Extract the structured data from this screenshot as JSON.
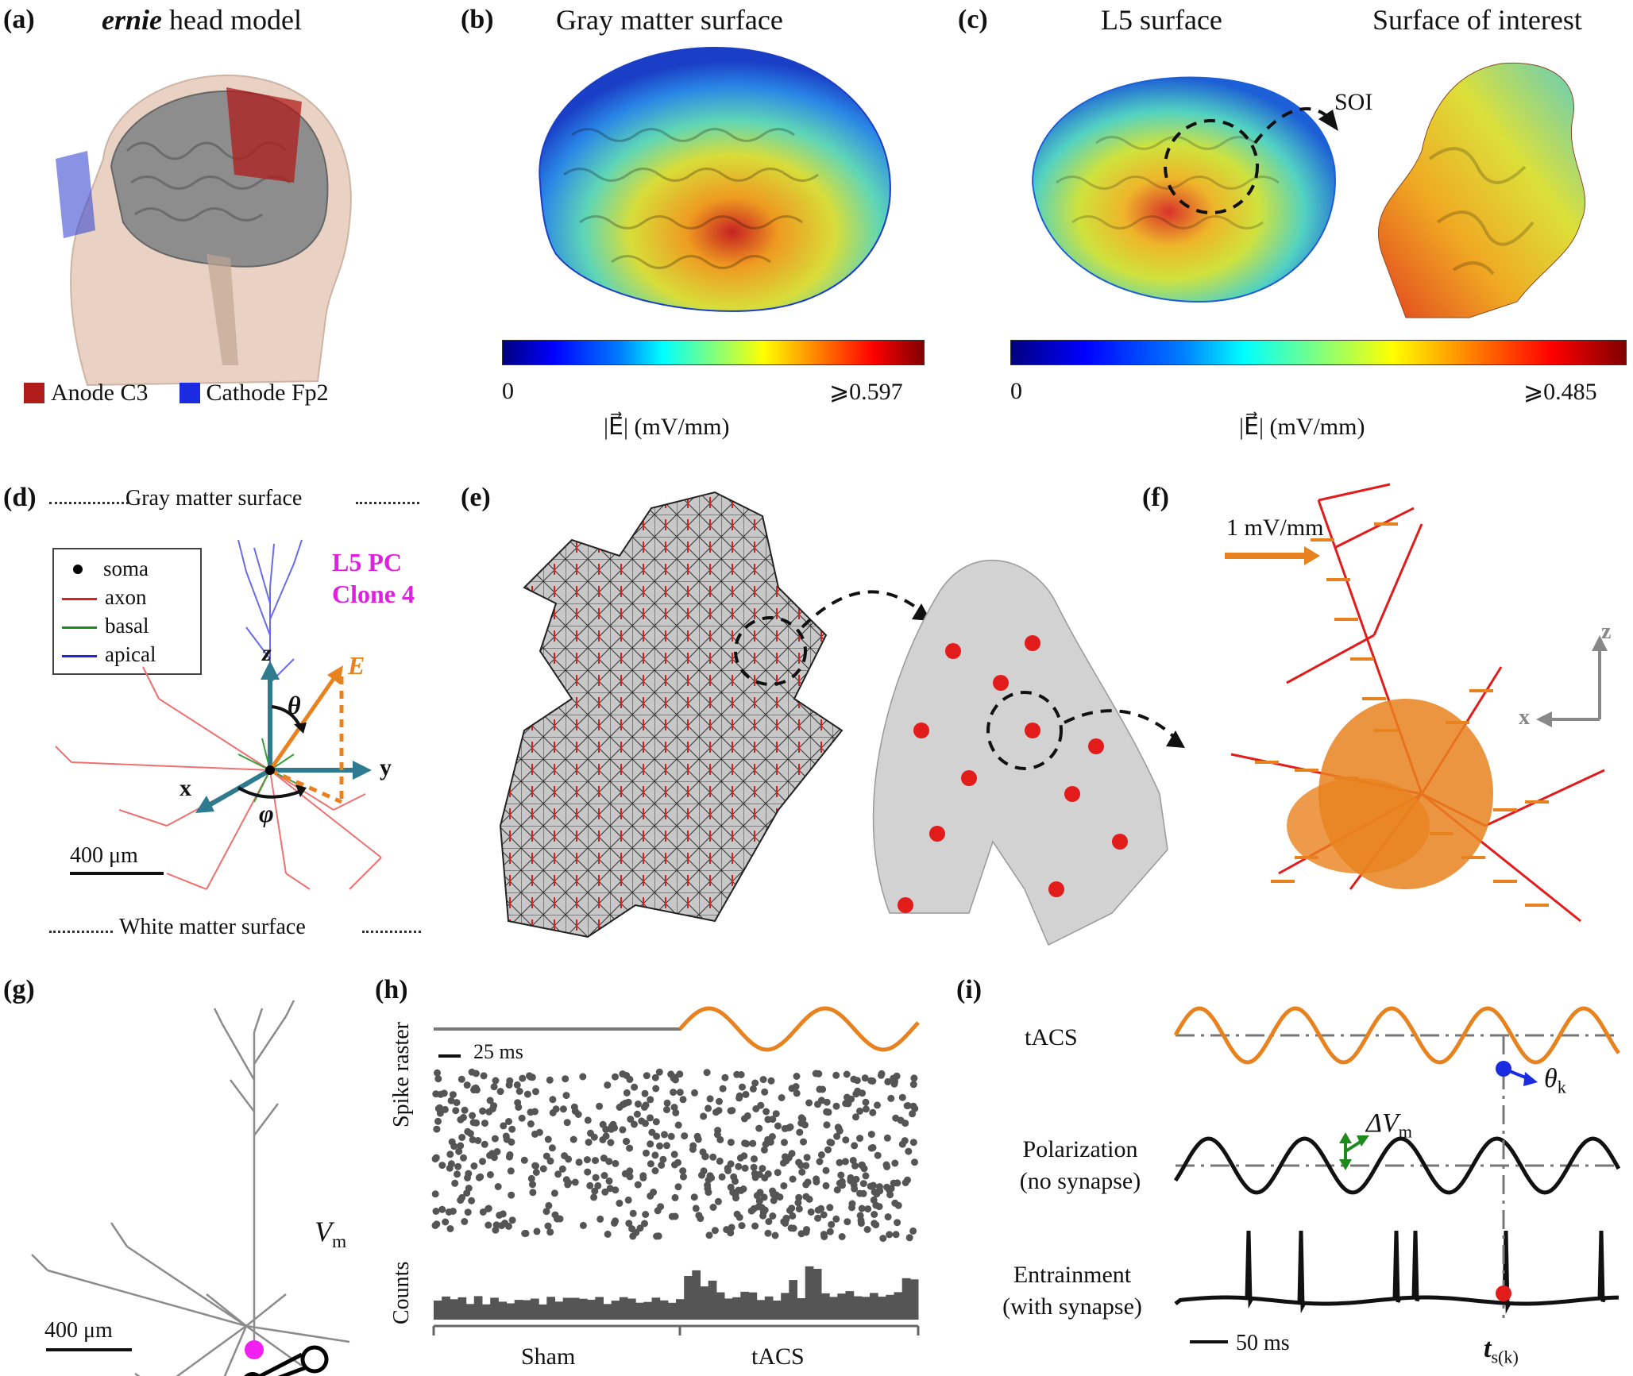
{
  "panel_a": {
    "label": "(a)",
    "title_italic": "ernie",
    "title_rest": " head model",
    "legend": [
      {
        "label": "Anode C3",
        "color": "#b01c1c"
      },
      {
        "label": "Cathode Fp2",
        "color": "#1a2be0"
      }
    ]
  },
  "panel_b": {
    "label": "(b)",
    "title": "Gray matter surface",
    "cbar_min": "0",
    "cbar_max": "⩾0.597",
    "cbar_unit": "|E⃗| (mV/mm)"
  },
  "panel_c": {
    "label": "(c)",
    "title_left": "L5 surface",
    "title_right": "Surface of interest",
    "soi": "SOI",
    "cbar_min": "0",
    "cbar_max": "⩾0.485",
    "cbar_unit": "|E⃗| (mV/mm)"
  },
  "panel_d": {
    "label": "(d)",
    "top_text": "Gray matter surface",
    "bottom_text": "White matter surface",
    "legend": [
      {
        "label": "soma",
        "color": "#000000",
        "kind": "dot"
      },
      {
        "label": "axon",
        "color": "#e02020",
        "kind": "line"
      },
      {
        "label": "basal",
        "color": "#1e8a1e",
        "kind": "line"
      },
      {
        "label": "apical",
        "color": "#2222e0",
        "kind": "line"
      }
    ],
    "cell_line1": "L5 PC",
    "cell_line2": "Clone 4",
    "axis_z": "z",
    "axis_x": "x",
    "axis_y": "y",
    "theta": "θ",
    "phi": "φ",
    "efield": "E⃗",
    "scale": "400 μm"
  },
  "panel_e": {
    "label": "(e)"
  },
  "panel_f": {
    "label": "(f)",
    "scale_text": "1 mV/mm",
    "axis_z": "z",
    "axis_x": "x"
  },
  "panel_g": {
    "label": "(g)",
    "vm": "V",
    "vm_sub": "m",
    "scale": "400 μm"
  },
  "panel_h": {
    "label": "(h)",
    "scale": "25 ms",
    "ylabel_raster": "Spike raster",
    "ylabel_counts": "Counts",
    "x_sham": "Sham",
    "x_tacs": "tACS"
  },
  "panel_i": {
    "label": "(i)",
    "row1": "tACS",
    "row2_line1": "Polarization",
    "row2_line2": "(no synapse)",
    "row3_line1": "Entrainment",
    "row3_line2": "(with synapse)",
    "theta_k": "θ",
    "theta_sub": "k",
    "dvm": "ΔV",
    "dvm_sub": "m",
    "scale": "50 ms",
    "ts": "t",
    "ts_sub": "s(k)"
  },
  "colors": {
    "orange": "#e8821e",
    "raster": "#555555",
    "mesh_fill": "#c8c8c8"
  }
}
